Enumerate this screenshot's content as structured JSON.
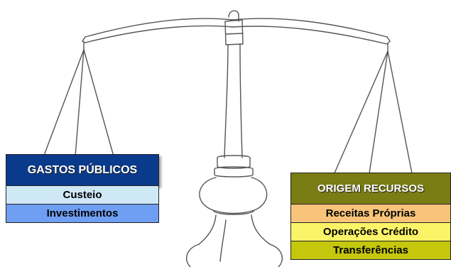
{
  "left_panel": {
    "title": "GASTOS PÚBLICOS",
    "title_color": "#0a3a8c",
    "items": [
      {
        "label": "Custeio",
        "color": "#cfe8f6"
      },
      {
        "label": "Investimentos",
        "color": "#6f9ff2"
      }
    ]
  },
  "right_panel": {
    "title": "ORIGEM RECURSOS",
    "title_color": "#7a7c14",
    "items": [
      {
        "label": "Receitas Próprias",
        "color": "#f8c47a"
      },
      {
        "label": "Operações Crédito",
        "color": "#fbf468"
      },
      {
        "label": "Transferências",
        "color": "#c4c70c"
      }
    ]
  },
  "icons": {
    "illustration": "balance-scale-icon"
  }
}
